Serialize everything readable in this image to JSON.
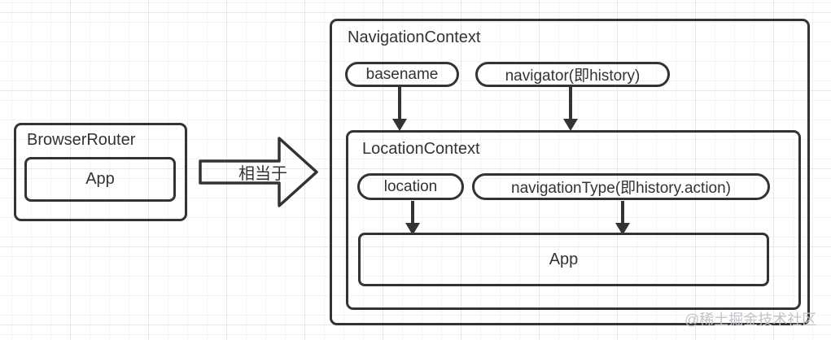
{
  "browser_router": {
    "title": "BrowserRouter",
    "app_label": "App"
  },
  "equivalence_arrow": {
    "label": "相当于"
  },
  "navigation_context": {
    "title": "NavigationContext",
    "pills": {
      "basename": "basename",
      "navigator": "navigator(即history)"
    }
  },
  "location_context": {
    "title": "LocationContext",
    "pills": {
      "location": "location",
      "navigation_type": "navigationType(即history.action)"
    },
    "app_label": "App"
  },
  "watermark": "@稀土掘金技术社区",
  "colors": {
    "stroke": "#333333",
    "background": "#ffffff",
    "grid_minor": "#f3f3f7",
    "grid_major": "#e6e6ec",
    "watermark": "#c3c3c8"
  }
}
